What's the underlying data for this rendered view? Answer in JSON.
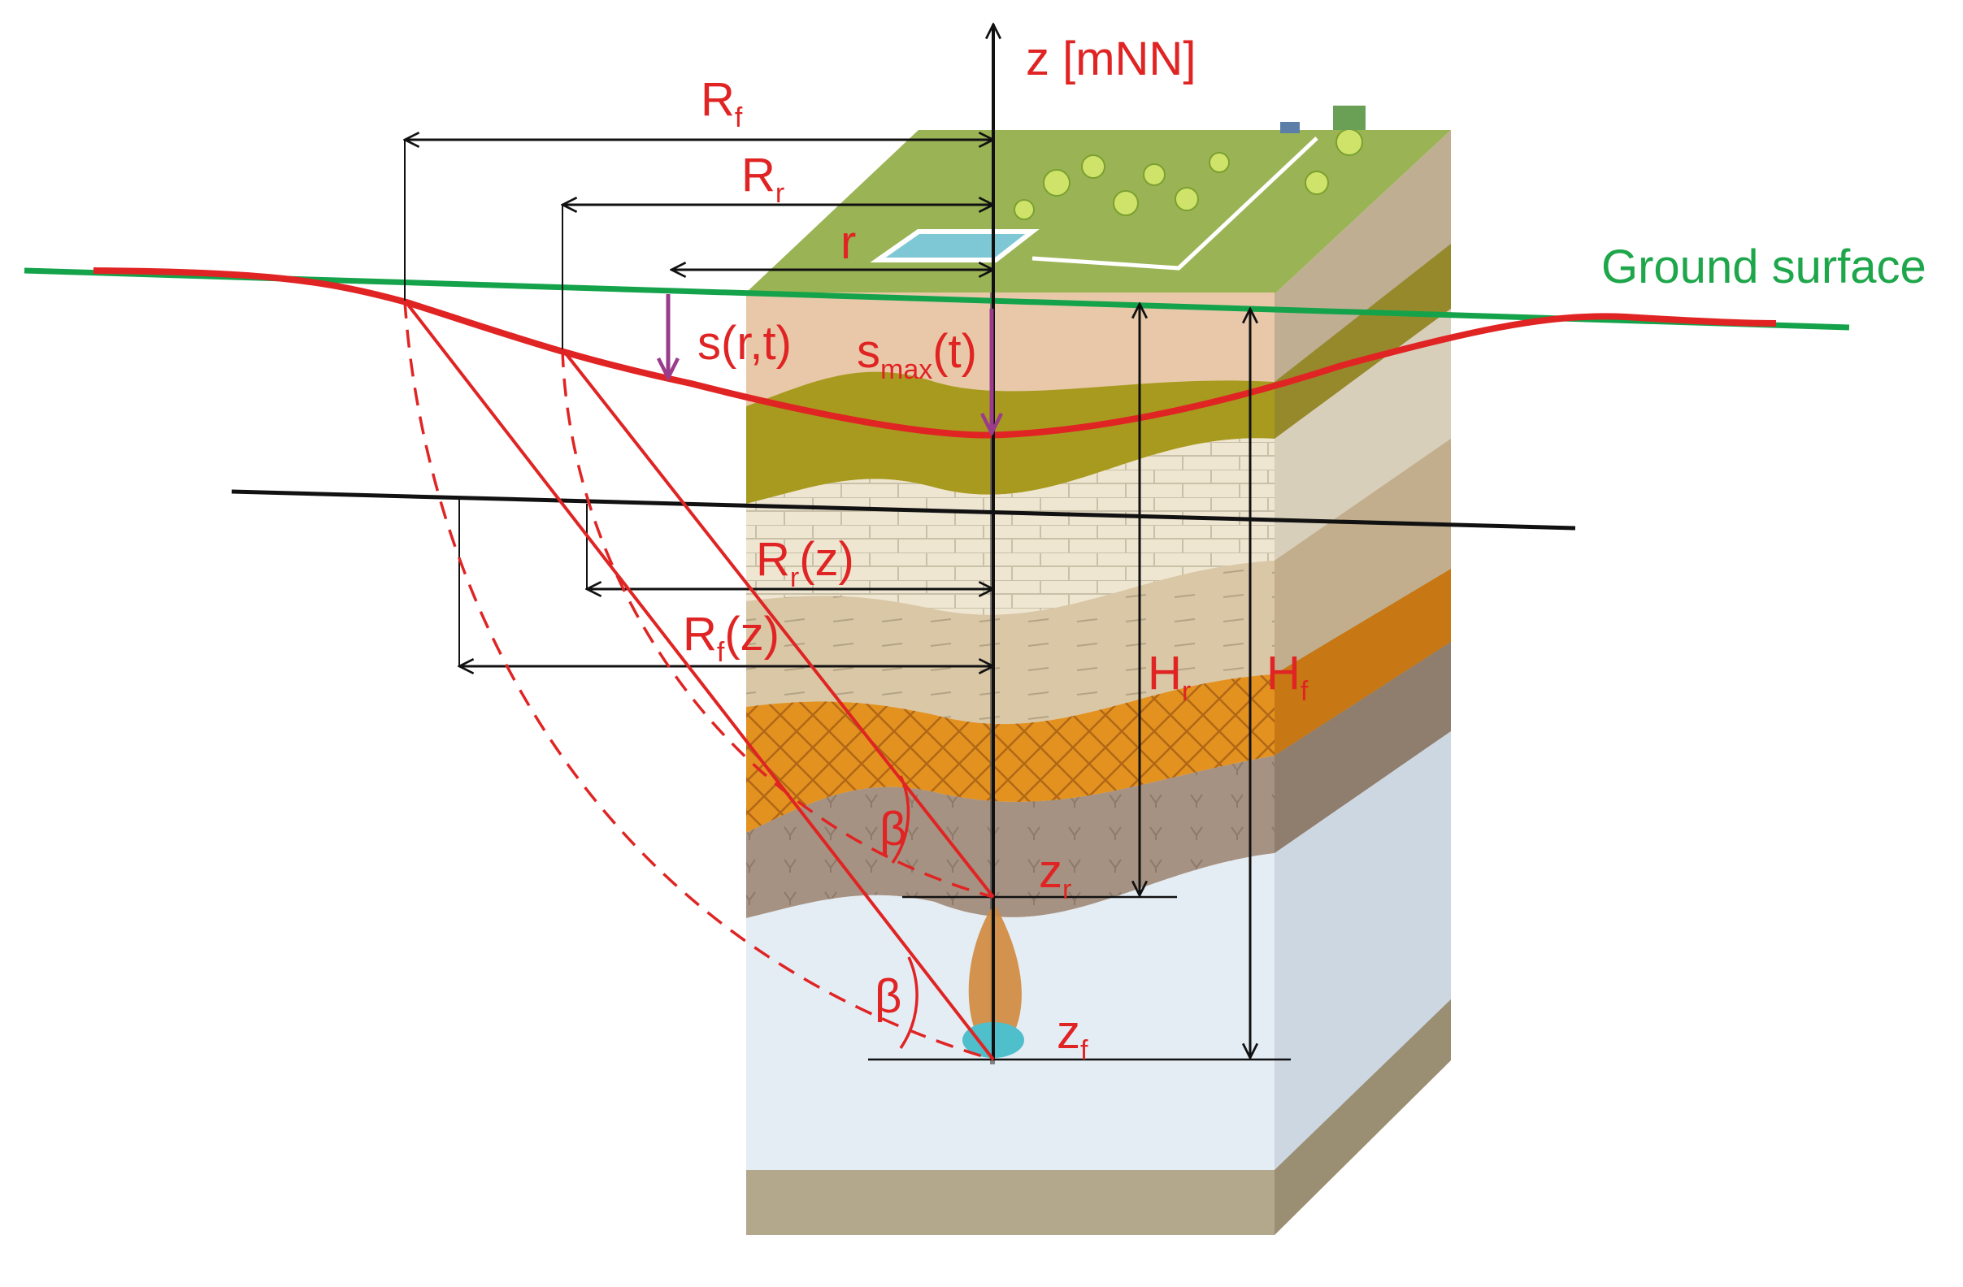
{
  "labels": {
    "z_axis": "z [mNN]",
    "ground_surface": "Ground surface",
    "R_f_main": "R",
    "R_f_main_sub": "f",
    "R_r_main": "R",
    "R_r_main_sub": "r",
    "r": "r",
    "s_rt": "s(r,t)",
    "s_max_s": "s",
    "s_max_sub": "max",
    "s_max_t": "(t)",
    "R_r_z_R": "R",
    "R_r_z_sub": "r",
    "R_r_z_arg": "(z)",
    "R_f_z_R": "R",
    "R_f_z_sub": "f",
    "R_f_z_arg": "(z)",
    "H_r": "H",
    "H_r_sub": "r",
    "H_f": "H",
    "H_f_sub": "f",
    "z_r": "z",
    "z_r_sub": "r",
    "z_f": "z",
    "z_f_sub": "f",
    "beta_upper": "β",
    "beta_lower": "β"
  },
  "colors": {
    "ground_line": "#14a34a",
    "drawdown_curve": "#e02424",
    "annotation_red": "#e02424",
    "drawdown_arrow": "#9b3b8c",
    "dimension_lines": "#111111"
  }
}
